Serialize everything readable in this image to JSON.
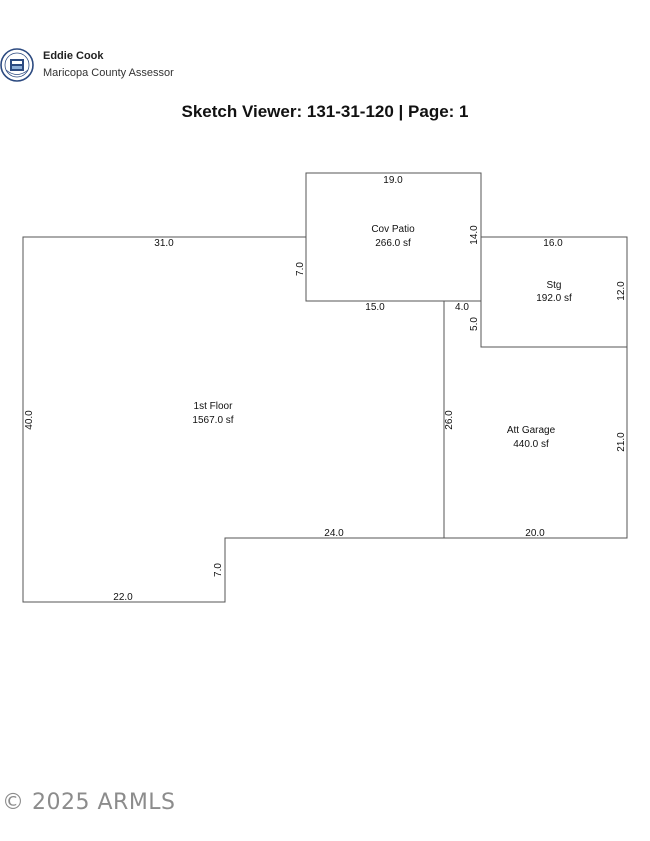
{
  "header": {
    "name": "Eddie Cook",
    "org": "Maricopa County Assessor"
  },
  "title": "Sketch Viewer: 131-31-120 | Page: 1",
  "areas": {
    "cov_patio": {
      "label": "Cov Patio",
      "area": "266.0 sf"
    },
    "stg": {
      "label": "Stg",
      "area": "192.0 sf"
    },
    "first_floor": {
      "label": "1st Floor",
      "area": "1567.0 sf"
    },
    "att_garage": {
      "label": "Att Garage",
      "area": "440.0 sf"
    }
  },
  "dimensions": {
    "patio_top": "19.0",
    "patio_right": "14.0",
    "patio_left": "7.0",
    "patio_bottom": "15.0",
    "stg_top": "16.0",
    "stg_right": "12.0",
    "stg_bottom_left": "4.0",
    "stg_left_lower": "5.0",
    "floor_top": "31.0",
    "floor_left": "40.0",
    "floor_mid": "26.0",
    "garage_right": "21.0",
    "floor_step_top": "24.0",
    "garage_bottom": "20.0",
    "floor_step_left": "7.0",
    "floor_bottom": "22.0"
  },
  "footer": "2025 ARMLS",
  "colors": {
    "line": "#555555",
    "text": "#111111",
    "watermark": "#8c8c8c",
    "seal": "#2c4a80"
  }
}
